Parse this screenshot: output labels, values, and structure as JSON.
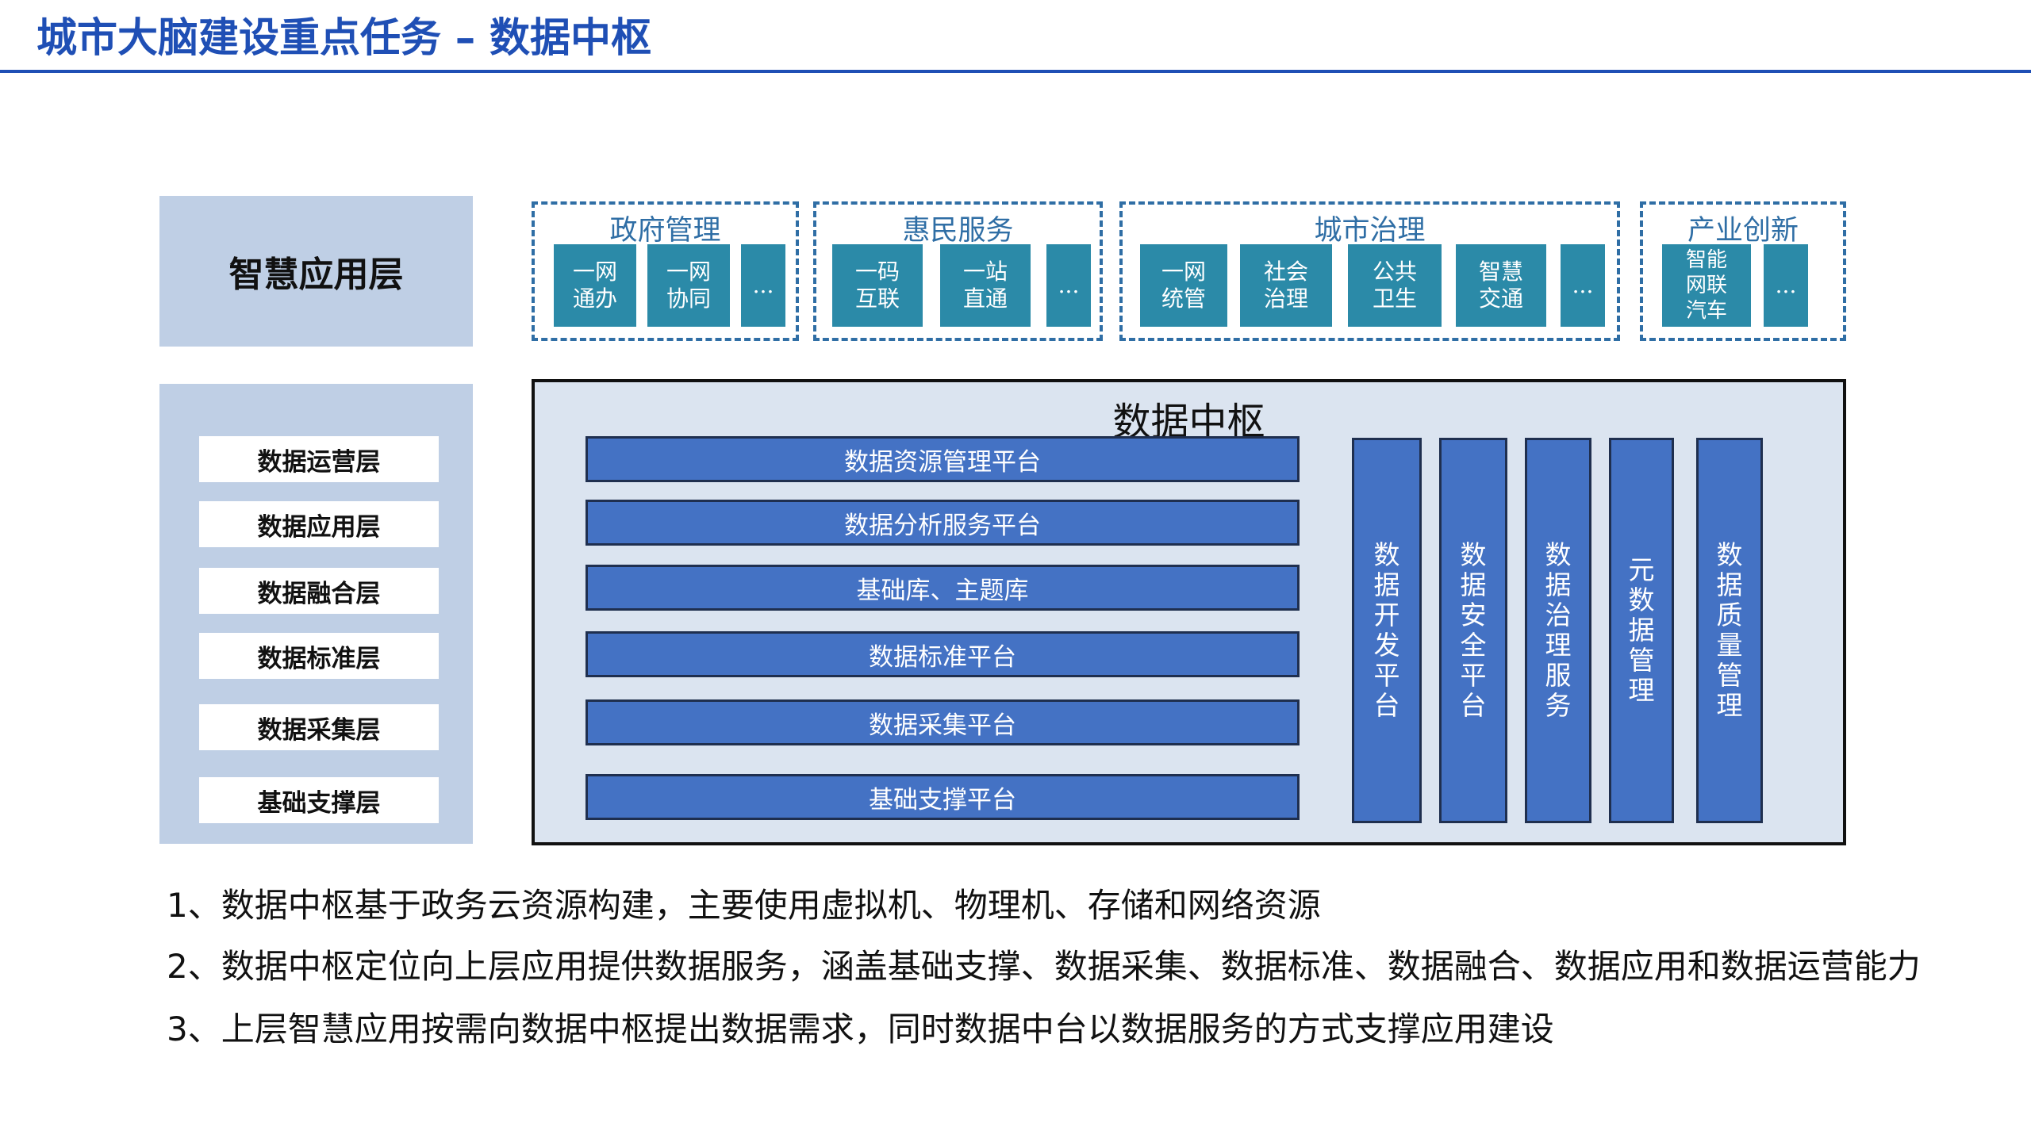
{
  "title": "城市大脑建设重点任务 – 数据中枢",
  "left_column": {
    "app_layer_label": "智慧应用层",
    "layers": [
      "数据运营层",
      "数据应用层",
      "数据融合层",
      "数据标准层",
      "数据采集层",
      "基础支撑层"
    ]
  },
  "app_groups": [
    {
      "title": "政府管理",
      "items": [
        "一网\n通办",
        "一网\n协同",
        "..."
      ]
    },
    {
      "title": "惠民服务",
      "items": [
        "一码\n互联",
        "一站\n直通",
        "..."
      ]
    },
    {
      "title": "城市治理",
      "items": [
        "一网\n统管",
        "社会\n治理",
        "公共\n卫生",
        "智慧\n交通",
        "..."
      ]
    },
    {
      "title": "产业创新",
      "items": [
        "智能\n网联\n汽车",
        "..."
      ]
    }
  ],
  "hub": {
    "title": "数据中枢",
    "platforms": [
      "数据资源管理平台",
      "数据分析服务平台",
      "基础库、主题库",
      "数据标准平台",
      "数据采集平台",
      "基础支撑平台"
    ],
    "vertical_services": [
      "数据开发平台",
      "数据安全平台",
      "数据治理服务",
      "元数据管理",
      "数据质量管理"
    ]
  },
  "notes": [
    "1、数据中枢基于政务云资源构建，主要使用虚拟机、物理机、存储和网络资源",
    "2、数据中枢定位向上层应用提供数据服务，涵盖基础支撑、数据采集、数据标准、数据融合、数据应用和数据运营能力",
    "3、上层智慧应用按需向数据中枢提出数据需求，同时数据中台以数据服务的方式支撑应用建设"
  ],
  "colors": {
    "title_blue": "#1f4fb5",
    "left_panel": "#bfcfe5",
    "tile_teal": "#2b8aa8",
    "group_border": "#2f6ea5",
    "hub_fill": "#dbe4f0",
    "bar_blue": "#4472c4"
  }
}
